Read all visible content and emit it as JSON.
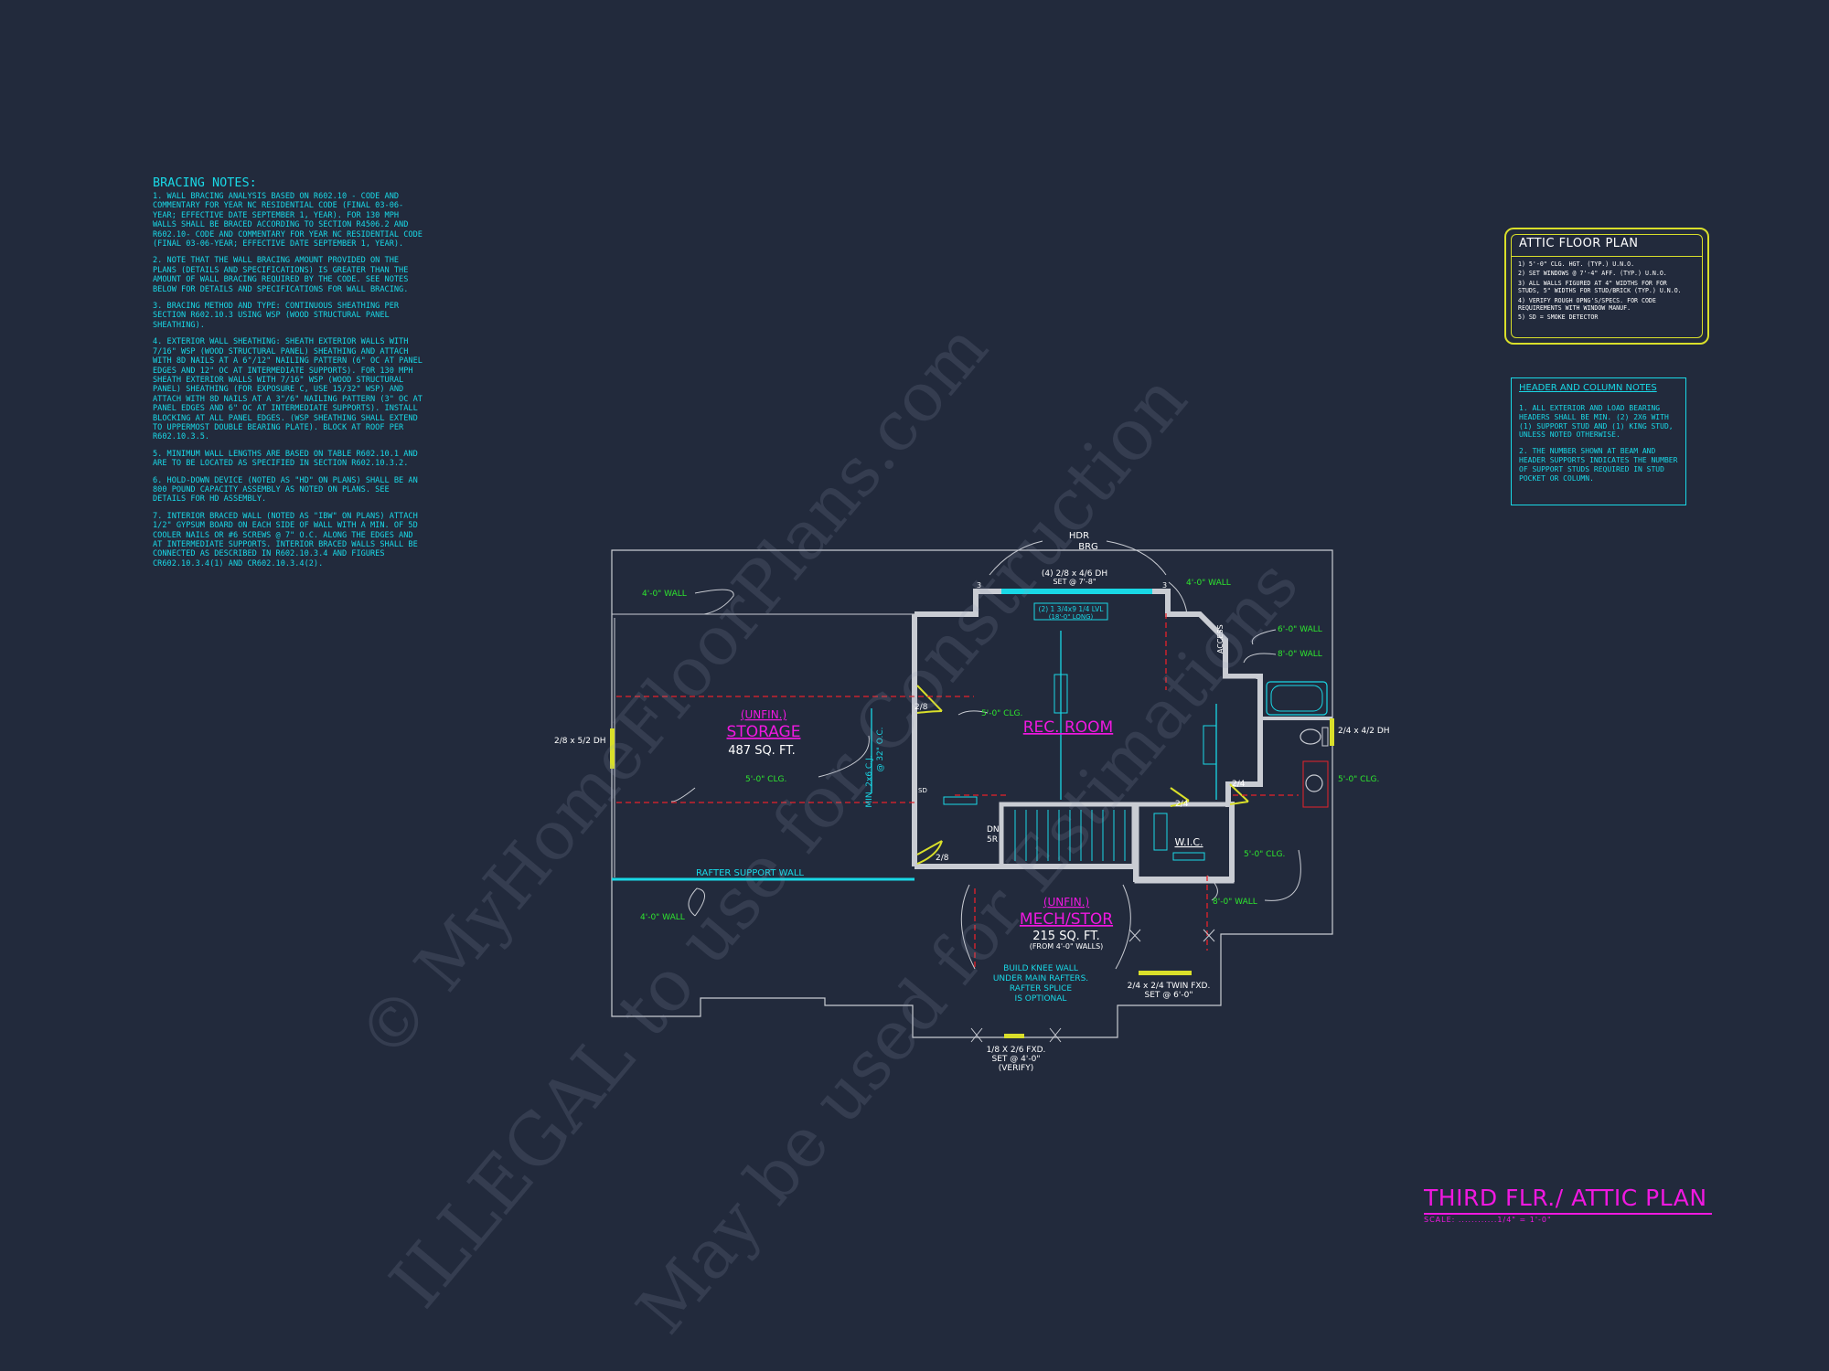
{
  "bracing_notes": {
    "heading": "BRACING NOTES:",
    "items": [
      "1. WALL BRACING ANALYSIS BASED ON R602.10 - CODE AND COMMENTARY FOR YEAR NC RESIDENTIAL CODE (FINAL 03-06-YEAR; EFFECTIVE DATE SEPTEMBER 1, YEAR). FOR 130 MPH WALLS SHALL BE BRACED ACCORDING TO SECTION R4506.2 AND R602.10- CODE AND COMMENTARY FOR YEAR NC RESIDENTIAL CODE (FINAL 03-06-YEAR; EFFECTIVE DATE SEPTEMBER 1, YEAR).",
      "2. NOTE THAT THE WALL BRACING AMOUNT PROVIDED ON THE PLANS (DETAILS AND SPECIFICATIONS) IS GREATER THAN THE AMOUNT OF WALL BRACING REQUIRED BY THE CODE. SEE NOTES BELOW FOR DETAILS AND SPECIFICATIONS FOR WALL BRACING.",
      "3. BRACING METHOD AND TYPE: CONTINUOUS SHEATHING PER SECTION R602.10.3 USING WSP (WOOD STRUCTURAL PANEL SHEATHING).",
      "4. EXTERIOR WALL SHEATHING: SHEATH EXTERIOR WALLS WITH 7/16\" WSP (WOOD STRUCTURAL PANEL) SHEATHING AND ATTACH WITH 8d NAILS AT A 6\"/12\" NAILING PATTERN (6\" OC AT PANEL EDGES AND 12\" OC AT INTERMEDIATE SUPPORTS). FOR 130 MPH SHEATH EXTERIOR WALLS WITH 7/16\" WSP (WOOD STRUCTURAL PANEL) SHEATHING (FOR EXPOSURE C, USE 15/32\" WSP) AND ATTACH WITH 8d NAILS AT A 3\"/6\" NAILING PATTERN (3\" OC AT PANEL EDGES AND 6\" OC AT INTERMEDIATE SUPPORTS). INSTALL BLOCKING AT ALL PANEL EDGES. (WSP SHEATHING SHALL EXTEND TO UPPERMOST DOUBLE BEARING PLATE). BLOCK AT ROOF PER R602.10.3.5.",
      "5. MINIMUM WALL LENGTHS ARE BASED ON TABLE R602.10.1 AND ARE TO BE LOCATED AS SPECIFIED IN SECTION R602.10.3.2.",
      "6. HOLD-DOWN DEVICE (NOTED AS \"HD\" ON PLANS) SHALL BE AN 800 POUND CAPACITY ASSEMBLY AS NOTED ON PLANS. SEE DETAILS FOR HD ASSEMBLY.",
      "7. INTERIOR BRACED WALL (NOTED AS \"IBW\" ON PLANS) ATTACH 1/2\" GYPSUM BOARD ON EACH SIDE OF WALL WITH A MIN. OF 5d COOLER NAILS OR #6 SCREWS @ 7\" O.C. ALONG THE EDGES AND AT INTERMEDIATE SUPPORTS. INTERIOR BRACED WALLS SHALL BE CONNECTED AS DESCRIBED IN R602.10.3.4 AND FIGURES CR602.10.3.4(1) AND CR602.10.3.4(2)."
    ]
  },
  "attic_box": {
    "title": "ATTIC FLOOR PLAN",
    "items": [
      "1) 5'-0\" CLG. HGT. (TYP.) U.N.O.",
      "2) SET WINDOWS @ 7'-4\" AFF. (TYP.) U.N.O.",
      "3) ALL WALLS FIGURED AT 4\" WIDTHS FOR FOR STUDS, 5\" WIDTHS FOR STUD/BRICK (TYP.) U.N.O.",
      "4) VERIFY ROUGH OPNG'S/SPECS. FOR CODE REQUIREMENTS WITH WINDOW MANUF.",
      "5) SD = SMOKE DETECTOR"
    ]
  },
  "header_box": {
    "title": "HEADER AND COLUMN NOTES",
    "items": [
      "1. ALL EXTERIOR AND LOAD BEARING HEADERS SHALL BE MIN. (2) 2x6 WITH (1) SUPPORT STUD AND (1) KING STUD, UNLESS NOTED OTHERWISE.",
      "2. THE NUMBER SHOWN AT BEAM AND HEADER SUPPORTS INDICATES THE NUMBER OF SUPPORT STUDS REQUIRED IN STUD POCKET OR COLUMN."
    ]
  },
  "sheet_title": "THIRD FLR./ ATTIC PLAN",
  "scale_text": "SCALE: ............1/4\" = 1'-0\"",
  "rooms": {
    "storage_unfin": "(UNFIN.)",
    "storage_name": "STORAGE",
    "storage_area": "487 SQ. FT.",
    "rec_room": "REC. ROOM",
    "mech_unfin": "(UNFIN.)",
    "mech_name": "MECH/STOR",
    "mech_area": "215 SQ. FT.",
    "mech_note": "(FROM 4'-0\" WALLS)",
    "wic": "W.I.C.",
    "dn": "DN",
    "count": "5R"
  },
  "labels": {
    "hdr": "HDR",
    "brg": "BRG",
    "top_window": "(4) 2/8 x 4/6 DH",
    "top_window_set": "SET @ 7'-8\"",
    "lvl_note": "(2) 1 3/4x9 1/4 LVL",
    "lvl_long": "(18'-0\" LONG)",
    "wall_4_tl": "4'-0\" WALL",
    "wall_4_tr": "4'-0\" WALL",
    "wall_6_r": "6'-0\" WALL",
    "wall_8_r": "8'-0\" WALL",
    "wall_4_bl": "4'-0\" WALL",
    "wall_8_br": "8'-0\" WALL",
    "access": "ACCESS",
    "clg_rec": "5'-0\" CLG.",
    "clg_storage": "5'-0\" CLG.",
    "clg_bath": "5'-0\" CLG.",
    "clg_wic": "5'-0\" CLG.",
    "left_window": "2/8 x 5/2 DH",
    "right_window": "2/4 x 4/2 DH",
    "min_cj": "MIN. 2x6 C.J.",
    "min_cj_oc": "@ 32\" O.C.",
    "rafter_wall": "RAFTER SUPPORT WALL",
    "knee_wall_1": "BUILD KNEE WALL",
    "knee_wall_2": "UNDER MAIN RAFTERS.",
    "knee_wall_3": "RAFTER SPLICE",
    "knee_wall_4": "IS OPTIONAL",
    "twin_fxd": "2/4 x 2/4 TWIN FXD.",
    "twin_set": "SET @ 6'-0\"",
    "bottom_fxd": "1/8 X 2/6 FXD.",
    "bottom_set": "SET @ 4'-0\"",
    "bottom_verify": "(VERIFY)",
    "door_28_a": "2/8",
    "door_28_b": "2/8",
    "door_24_a": "2/4",
    "door_24_b": "2/4",
    "num3_a": "3",
    "num3_b": "3",
    "sd": "SD"
  },
  "watermark": {
    "line1": "© MyHomeFloorPlans.com",
    "line2": "ILLEGAL to use for Construction",
    "line3": "May be used for Estimations"
  },
  "colors": {
    "background": "#222a3c",
    "cyan": "#19d8e6",
    "magenta": "#f018e0",
    "green": "#2ee62e",
    "yellow": "#d9df2a",
    "wall": "#c9ccd3",
    "red_dash": "#e8222a"
  }
}
